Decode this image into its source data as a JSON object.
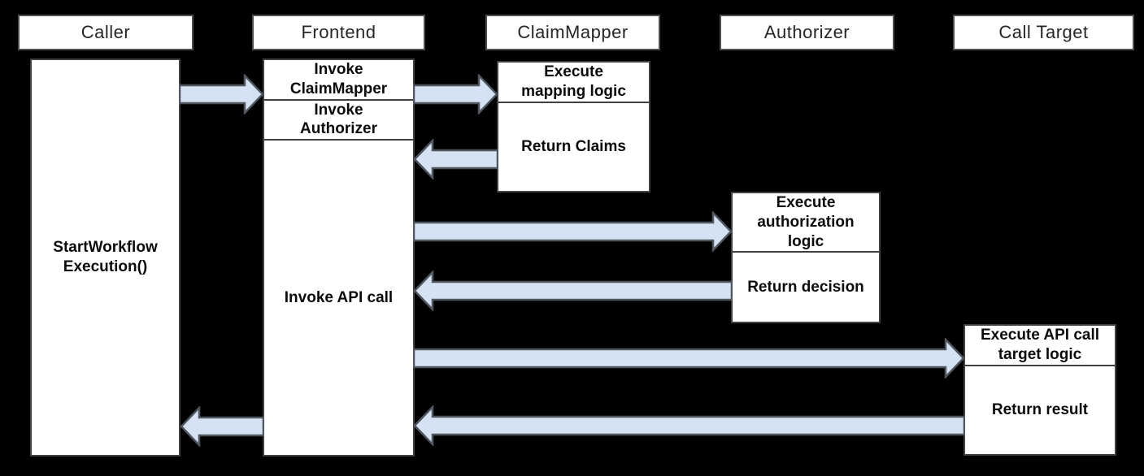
{
  "colors": {
    "background": "#000000",
    "box_fill": "#ffffff",
    "box_border": "#404040",
    "header_border": "#4f4f4f",
    "header_text": "#262626",
    "body_text": "#0b0b0b",
    "arrow_fill": "#d4e2f3",
    "arrow_border": "#4f565e"
  },
  "participants": [
    {
      "id": "caller",
      "label": "Caller"
    },
    {
      "id": "frontend",
      "label": "Frontend"
    },
    {
      "id": "claim_mapper",
      "label": "ClaimMapper"
    },
    {
      "id": "authorizer",
      "label": "Authorizer"
    },
    {
      "id": "call_target",
      "label": "Call Target"
    }
  ],
  "activations": {
    "caller": {
      "label": "StartWorkflow\nExecution()"
    },
    "frontend": {
      "segments": [
        {
          "label": "Invoke\nClaimMapper"
        },
        {
          "label": "Invoke\nAuthorizer"
        },
        {
          "label": "Invoke API call"
        }
      ]
    },
    "claim_mapper": {
      "segments": [
        {
          "label": "Execute\nmapping logic"
        },
        {
          "label": "Return Claims"
        }
      ]
    },
    "authorizer": {
      "segments": [
        {
          "label": "Execute\nauthorization\nlogic"
        },
        {
          "label": "Return decision"
        }
      ]
    },
    "call_target": {
      "segments": [
        {
          "label": "Execute API call\ntarget logic"
        },
        {
          "label": "Return result"
        }
      ]
    }
  },
  "messages": [
    {
      "from": "Caller",
      "to": "Frontend",
      "direction": "right"
    },
    {
      "from": "Frontend",
      "to": "ClaimMapper",
      "direction": "right"
    },
    {
      "from": "ClaimMapper",
      "to": "Frontend",
      "direction": "left"
    },
    {
      "from": "Frontend",
      "to": "Authorizer",
      "direction": "right"
    },
    {
      "from": "Authorizer",
      "to": "Frontend",
      "direction": "left"
    },
    {
      "from": "Frontend",
      "to": "Call Target",
      "direction": "right"
    },
    {
      "from": "Call Target",
      "to": "Frontend",
      "direction": "left"
    },
    {
      "from": "Frontend",
      "to": "Caller",
      "direction": "left"
    }
  ]
}
